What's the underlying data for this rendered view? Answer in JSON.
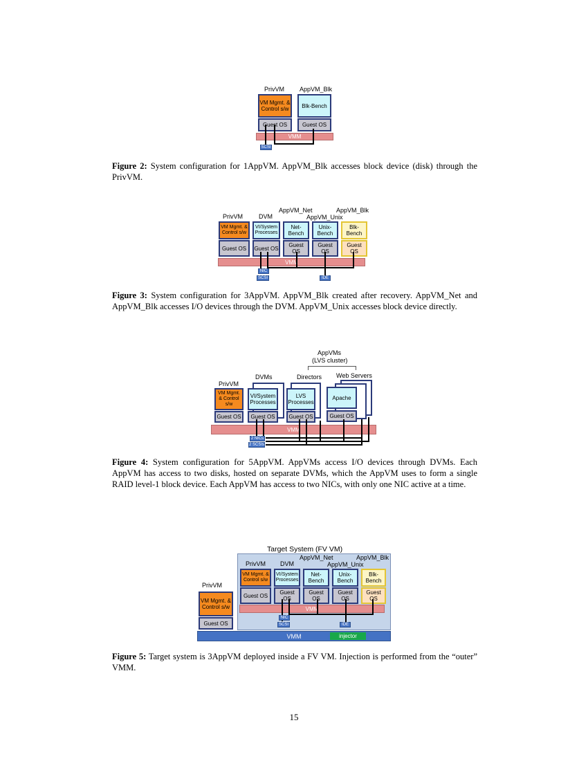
{
  "fig2": {
    "labels": {
      "privvm": "PrivVM",
      "appvm_blk": "AppVM_Blk"
    },
    "boxes": {
      "mgmt": "VM Mgmt. & Control s/w",
      "blkbench": "Blk-Bench",
      "guest1": "Guest OS",
      "guest2": "Guest OS",
      "vmm": "VMM",
      "scsi": "SCSI"
    },
    "caption_label": "Figure 2:",
    "caption_text": " System configuration for 1AppVM. AppVM_Blk accesses block device (disk) through the PrivVM."
  },
  "fig3": {
    "labels": {
      "appvm_net": "AppVM_Net",
      "appvm_blk": "AppVM_Blk",
      "privvm": "PrivVM",
      "dvm": "DVM",
      "appvm_unix": "AppVM_Unix"
    },
    "boxes": {
      "mgmt": "VM Mgmt. & Control s/w",
      "vi": "VI/System Processes",
      "net": "Net-Bench",
      "unix": "Unix-Bench",
      "blk": "Blk-Bench",
      "guest": "Guest OS",
      "vmm": "VMM",
      "nic": "NIC",
      "scsi": "SCSI",
      "ide": "IDE"
    },
    "caption_label": "Figure 3:",
    "caption_text": " System configuration for 3AppVM. AppVM_Blk created after recovery. AppVM_Net and AppVM_Blk accesses I/O devices through the DVM. AppVM_Unix accesses block device directly."
  },
  "fig4": {
    "labels": {
      "appvms": "AppVMs",
      "lvs": "(LVS cluster)",
      "dvms": "DVMs",
      "directors": "Directors",
      "webservers": "Web Servers",
      "privvm": "PrivVM"
    },
    "boxes": {
      "mgmt": "VM Mgmt. & Control s/w",
      "vi": "VI/System Processes",
      "lvs": "LVS Processes",
      "apache": "Apache",
      "guest": "Guest OS",
      "vmm": "VMM",
      "nic": "2 NICs",
      "scsi": "2 SCSIs"
    },
    "caption_label": "Figure 4:",
    "caption_text": " System configuration for 5AppVM. AppVMs access I/O devices through DVMs. Each AppVM has access to two disks, hosted on separate DVMs, which the AppVM uses to form a single RAID level-1 block device. Each AppVM has access to two NICs, with only one NIC active at a time."
  },
  "fig5": {
    "labels": {
      "target": "Target System (FV VM)",
      "appvm_net": "AppVM_Net",
      "appvm_blk": "AppVM_Blk",
      "privvm_in": "PrivVM",
      "dvm": "DVM",
      "appvm_unix": "AppVM_Unix",
      "privvm_out": "PrivVM"
    },
    "boxes": {
      "mgmt": "VM Mgmt. & Control s/w",
      "vi": "VI/System Processes",
      "net": "Net-Bench",
      "unix": "Unix-Bench",
      "blk": "Blk-Bench",
      "guest": "Guest OS",
      "vmm": "VMM",
      "nic": "NIC",
      "scsi": "SCSI",
      "ide": "IDE",
      "outer_mgmt": "VM Mgmt. & Control s/w",
      "outer_guest": "Guest OS",
      "outer_vmm": "VMM",
      "injector": "injector"
    },
    "caption_label": "Figure 5:",
    "caption_text": " Target system is 3AppVM deployed inside a FV VM. Injection is performed from the “outer” VMM."
  },
  "page_number": "15"
}
